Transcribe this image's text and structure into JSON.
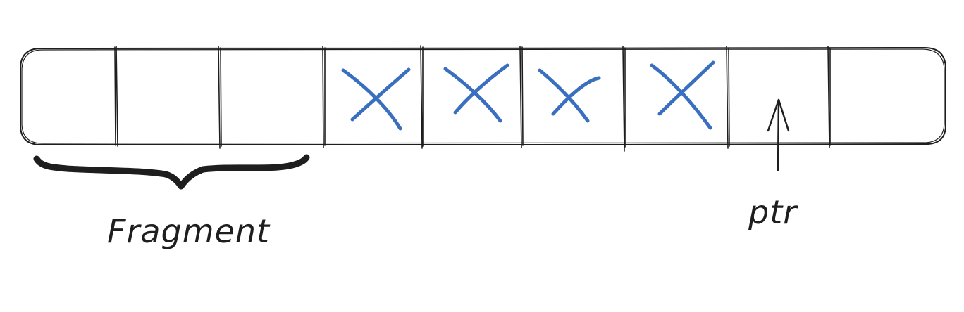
{
  "diagram": {
    "cells": [
      {
        "state": "free"
      },
      {
        "state": "free"
      },
      {
        "state": "free"
      },
      {
        "state": "used"
      },
      {
        "state": "used"
      },
      {
        "state": "used"
      },
      {
        "state": "used"
      },
      {
        "state": "free"
      },
      {
        "state": "free"
      }
    ],
    "brace_label": "Fragment",
    "pointer_label": "ptr"
  },
  "colors": {
    "ink": "#1e1e1e",
    "cross": "#3a6fc0",
    "background": "#ffffff"
  }
}
